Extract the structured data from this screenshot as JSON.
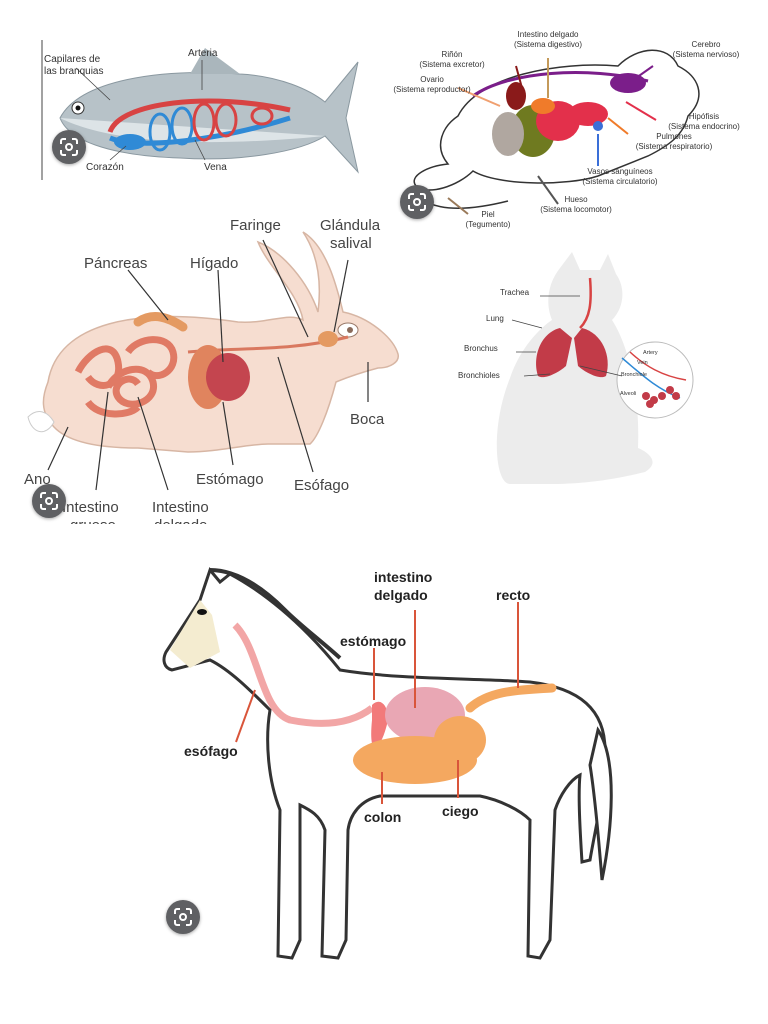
{
  "colors": {
    "artery": "#d84343",
    "vein": "#2f8ad6",
    "organ_pink": "#e7828a",
    "organ_orange": "#e9a05a",
    "lens_button": "#5f6063",
    "line": "#333333"
  },
  "icons": {
    "lens": "google-lens-icon"
  },
  "fish": {
    "labels": {
      "capillaries_1": "Capilares de",
      "capillaries_2": "las branquias",
      "artery": "Arteria",
      "heart": "Corazón",
      "vein": "Vena"
    }
  },
  "mouse": {
    "labels": {
      "small_intestine_1": "Intestino delgado",
      "small_intestine_2": "(Sistema digestivo)",
      "kidney_1": "Riñón",
      "kidney_2": "(Sistema excretor)",
      "brain_1": "Cerebro",
      "brain_2": "(Sistema nervioso)",
      "ovary_1": "Ovario",
      "ovary_2": "(Sistema reproductor)",
      "pituitary_1": "Hipófisis",
      "pituitary_2": "(Sistema endocrino)",
      "lungs_1": "Pulmones",
      "lungs_2": "(Sistema respiratorio)",
      "vessels_1": "Vasos sanguíneos",
      "vessels_2": "(Sistema circulatorio)",
      "bone_1": "Hueso",
      "bone_2": "(Sistema locomotor)",
      "skin_1": "Piel",
      "skin_2": "(Tegumento)"
    }
  },
  "rabbit": {
    "labels": {
      "pharynx": "Faringe",
      "salivary_1": "Glándula",
      "salivary_2": "salival",
      "pancreas": "Páncreas",
      "liver": "Hígado",
      "mouth": "Boca",
      "stomach": "Estómago",
      "esophagus": "Esófago",
      "anus": "Ano",
      "large_int_1": "Intestino",
      "large_int_2": "grueso",
      "small_int_1": "Intestino",
      "small_int_2": "delgado"
    }
  },
  "cat": {
    "labels": {
      "trachea": "Trachea",
      "lung": "Lung",
      "bronchus": "Bronchus",
      "bronchioles": "Bronchioles",
      "artery": "Artery",
      "vein": "Vein",
      "bronchiole": "Bronchiole",
      "alveoli": "Alveoli"
    }
  },
  "horse": {
    "labels": {
      "small_int_1": "intestino",
      "small_int_2": "delgado",
      "rectum": "recto",
      "stomach": "estómago",
      "esophagus": "esófago",
      "colon": "colon",
      "cecum": "ciego"
    }
  }
}
